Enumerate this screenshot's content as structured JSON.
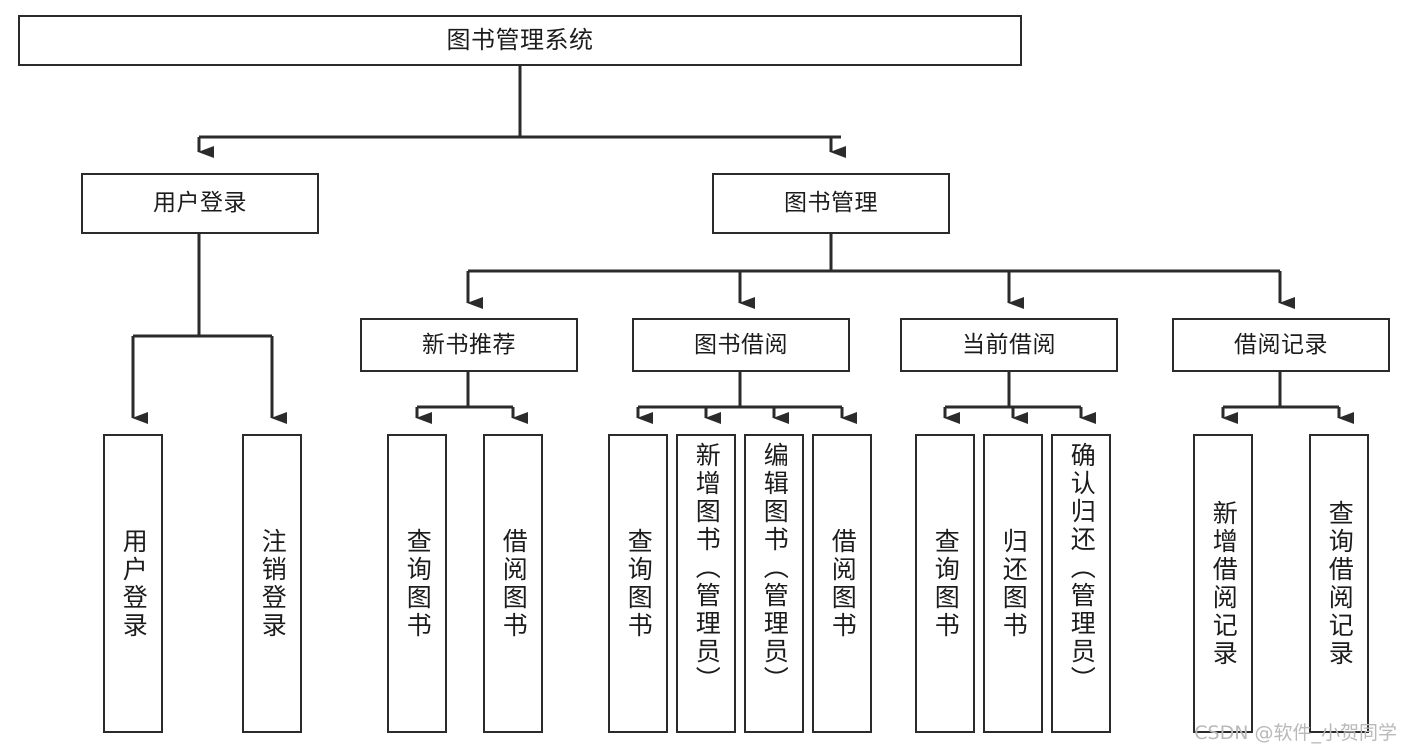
{
  "diagram": {
    "type": "tree-hierarchy",
    "title": "图书管理系统",
    "watermark": "CSDN @软件_小贺同学",
    "colors": {
      "box_border": "#2b2b2b",
      "box_fill": "#ffffff",
      "connector": "#2b2b2b",
      "text": "#1c1c1c",
      "watermark": "#b9b9b9",
      "background": "#ffffff"
    },
    "root": {
      "label": "图书管理系统"
    },
    "level2": [
      {
        "label": "用户登录"
      },
      {
        "label": "图书管理"
      }
    ],
    "level3": [
      {
        "label": "新书推荐"
      },
      {
        "label": "图书借阅"
      },
      {
        "label": "当前借阅"
      },
      {
        "label": "借阅记录"
      }
    ],
    "leaves": {
      "user_login": [
        {
          "label": "用户登录"
        },
        {
          "label": "注销登录"
        }
      ],
      "new_book": [
        {
          "label": "查询图书"
        },
        {
          "label": "借阅图书"
        }
      ],
      "book_borrow": [
        {
          "label": "查询图书"
        },
        {
          "label": "新增图书（管理员）"
        },
        {
          "label": "编辑图书（管理员）"
        },
        {
          "label": "借阅图书"
        }
      ],
      "current_borrow": [
        {
          "label": "查询图书"
        },
        {
          "label": "归还图书"
        },
        {
          "label": "确认归还（管理员）"
        }
      ],
      "borrow_record": [
        {
          "label": "新增借阅记录"
        },
        {
          "label": "查询借阅记录"
        }
      ]
    }
  }
}
